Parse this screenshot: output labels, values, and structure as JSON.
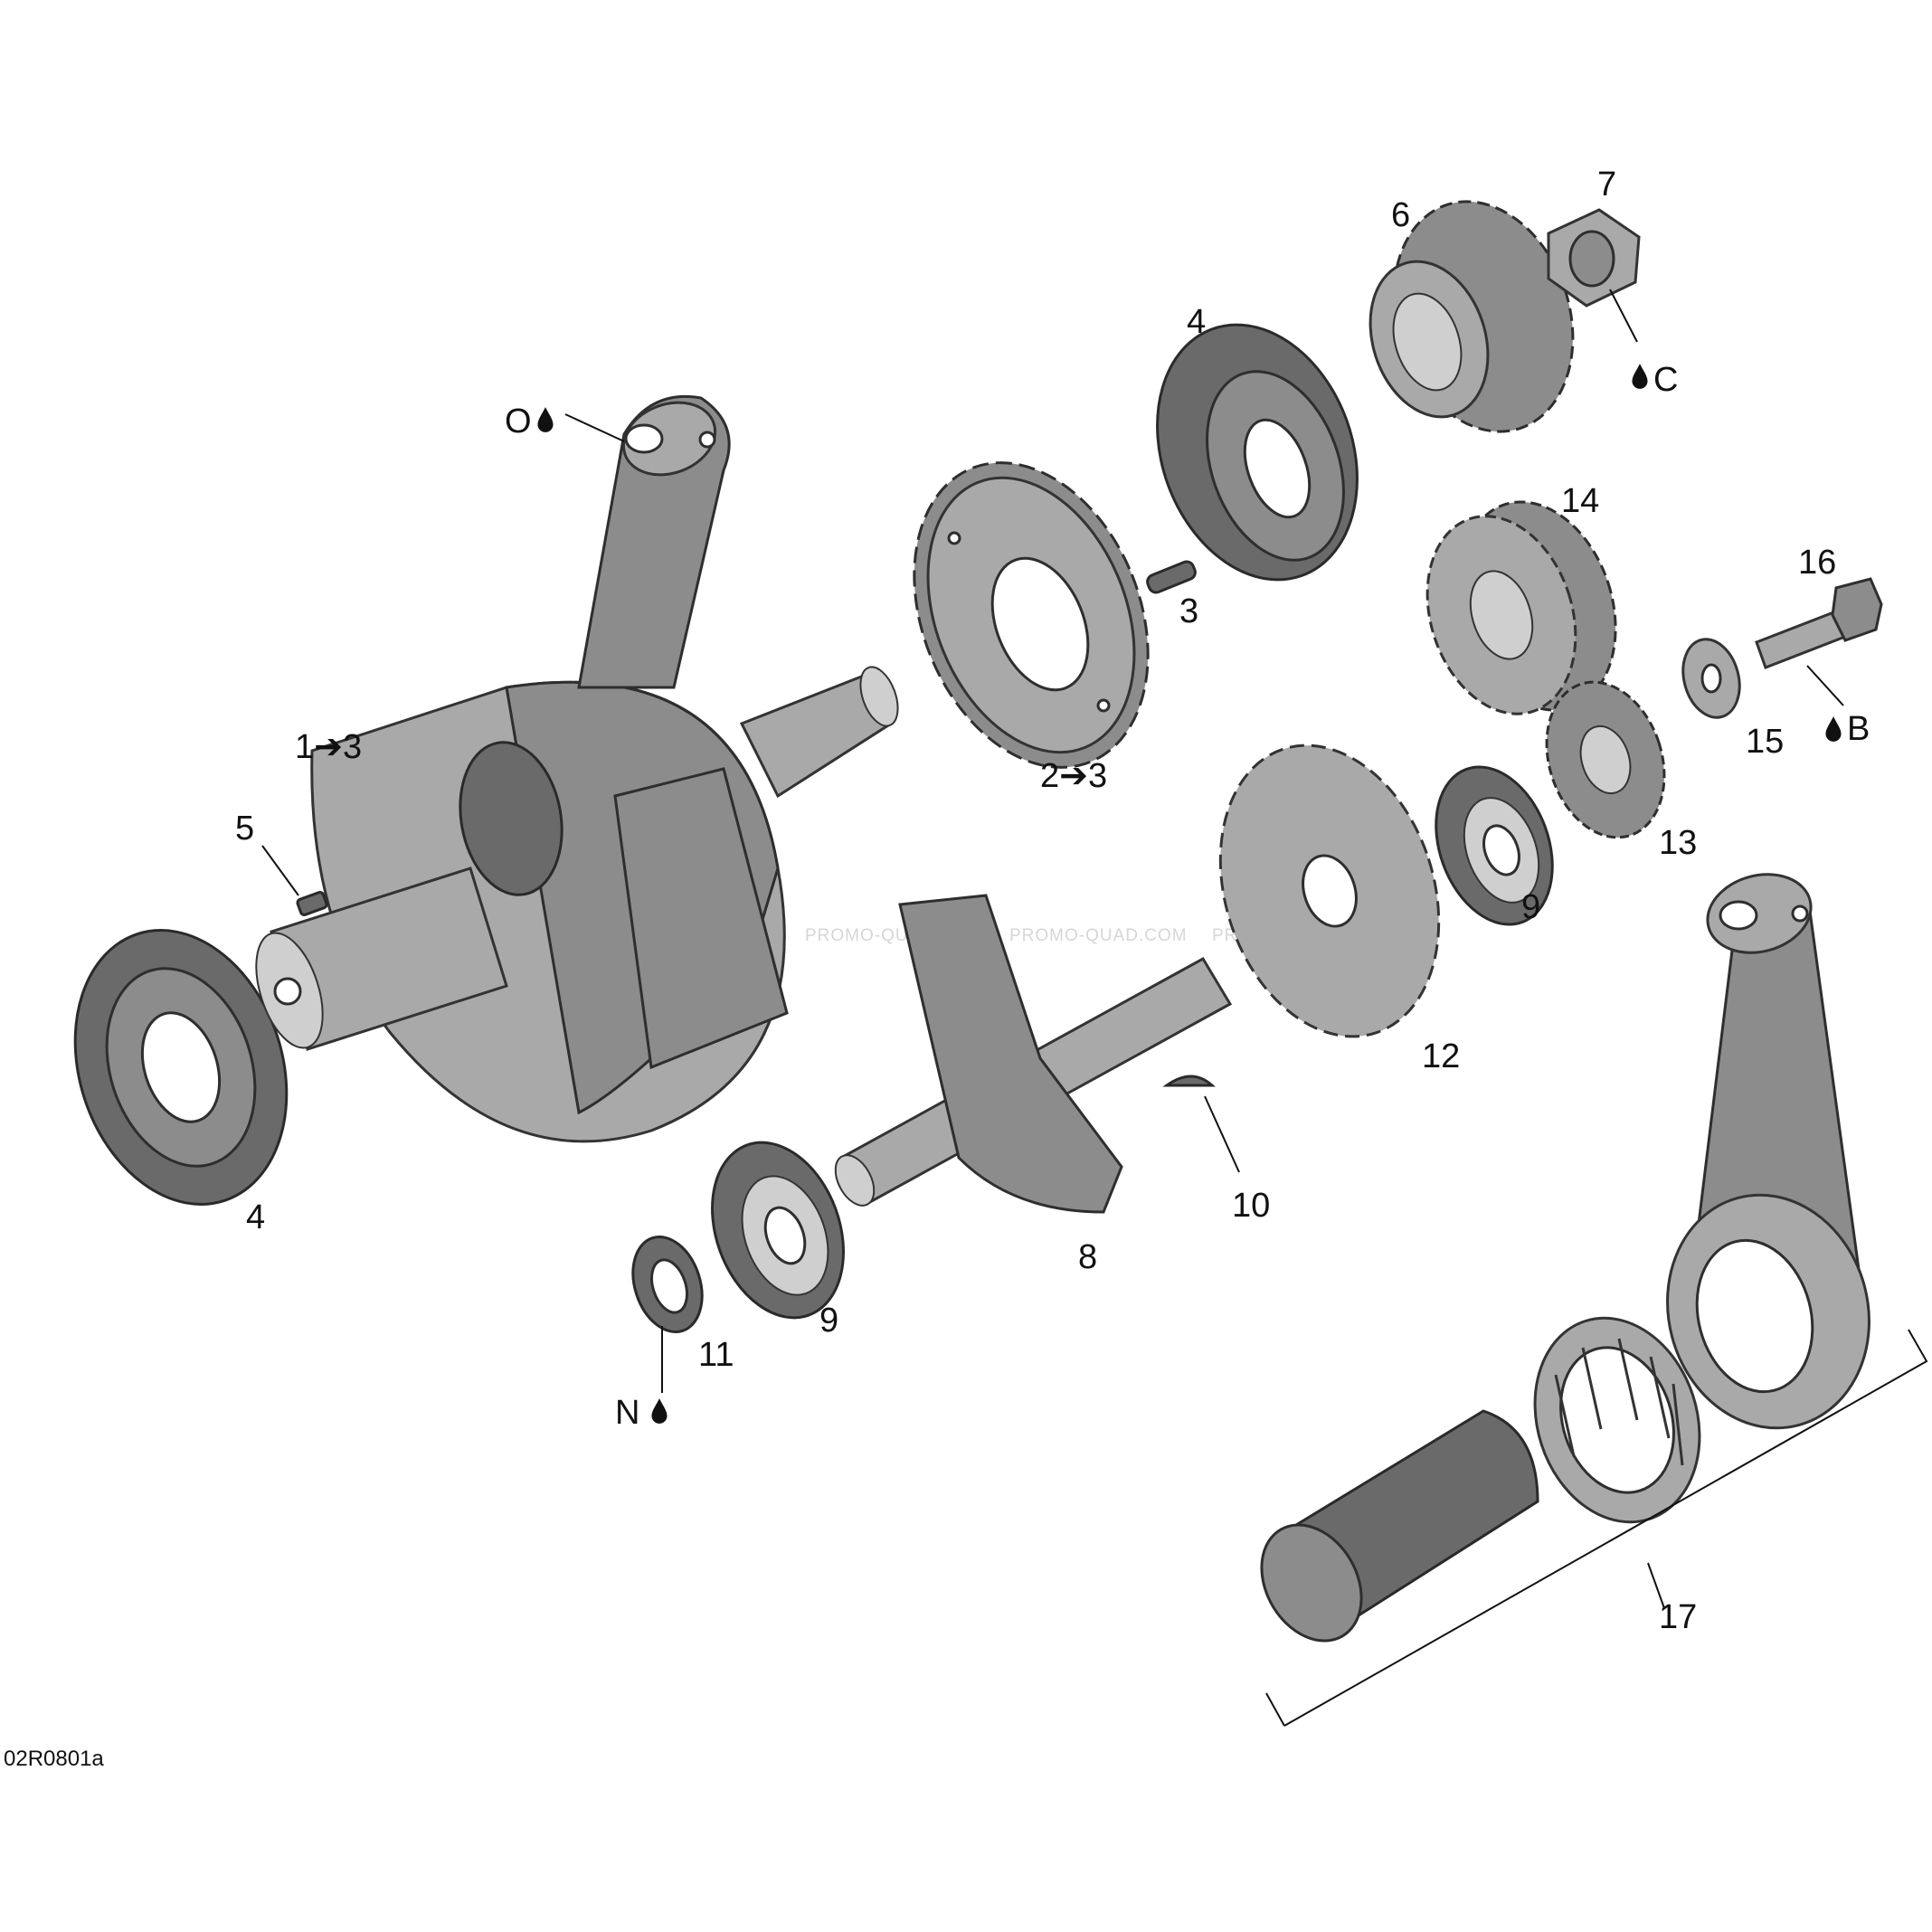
{
  "callouts": {
    "c1": "1➔3",
    "c2": "2➔3",
    "c3": "3",
    "c4a": "4",
    "c4b": "4",
    "c5": "5",
    "c6": "6",
    "c7": "7",
    "c8": "8",
    "c9a": "9",
    "c9b": "9",
    "c10": "10",
    "c11": "11",
    "c12": "12",
    "c13": "13",
    "c14": "14",
    "c15": "15",
    "c16": "16",
    "c17": "17"
  },
  "lubricants": {
    "o": "O",
    "n": "N",
    "b": "B",
    "c": "C"
  },
  "watermark": {
    "text": "PROMO-QUAD.COM"
  },
  "figure_code": "02R0801a",
  "icons": {
    "drop": "oil-drop-icon"
  }
}
